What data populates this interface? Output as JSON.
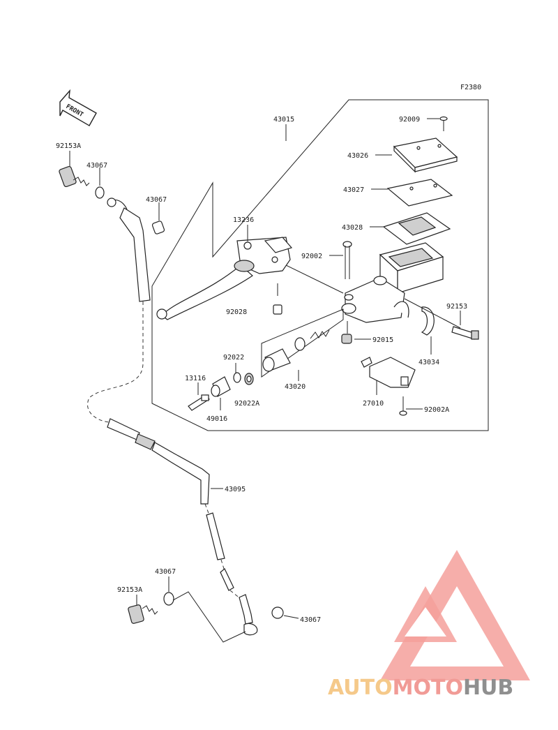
{
  "diagram": {
    "code": "F2380",
    "front_label": "FRONT",
    "parts": {
      "p43015": "43015",
      "p92009": "92009",
      "p43026": "43026",
      "p43027": "43027",
      "p43028": "43028",
      "p13236": "13236",
      "p92002": "92002",
      "p92028": "92028",
      "p92153": "92153",
      "p92015": "92015",
      "p43034": "43034",
      "p92022": "92022",
      "p13116": "13116",
      "p43020": "43020",
      "p92022A": "92022A",
      "p49016": "49016",
      "p27010": "27010",
      "p92002A": "92002A",
      "p92153A_top": "92153A",
      "p43067_a": "43067",
      "p43067_b": "43067",
      "p43095": "43095",
      "p43067_c": "43067",
      "p92153A_bottom": "92153A",
      "p43067_d": "43067"
    }
  },
  "watermark": {
    "part1": "AUTO",
    "part2": "MOTO",
    "part3": "HUB",
    "colors": {
      "auto": "#f5c98a",
      "moto": "#f19b96",
      "hub": "#8f8f8f",
      "logo": "#f4a09b"
    }
  }
}
